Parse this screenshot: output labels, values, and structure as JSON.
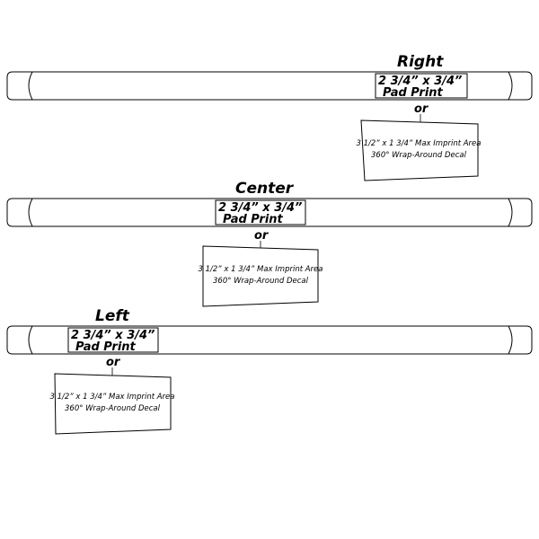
{
  "options": [
    {
      "heading": "Right",
      "pad_dimensions": "2 3/4” x 3/4”",
      "pad_label": "Pad Print",
      "connector": "or",
      "decal_line1": "3 1/2” x 1 3/4” Max Imprint Area",
      "decal_line2": "360° Wrap-Around Decal"
    },
    {
      "heading": "Center",
      "pad_dimensions": "2 3/4” x 3/4”",
      "pad_label": "Pad Print",
      "connector": "or",
      "decal_line1": "3 1/2” x 1 3/4” Max Imprint Area",
      "decal_line2": "360° Wrap-Around Decal"
    },
    {
      "heading": "Left",
      "pad_dimensions": "2 3/4” x 3/4”",
      "pad_label": "Pad Print",
      "connector": "or",
      "decal_line1": "3 1/2” x 1 3/4” Max Imprint Area",
      "decal_line2": "360° Wrap-Around Decal"
    }
  ]
}
